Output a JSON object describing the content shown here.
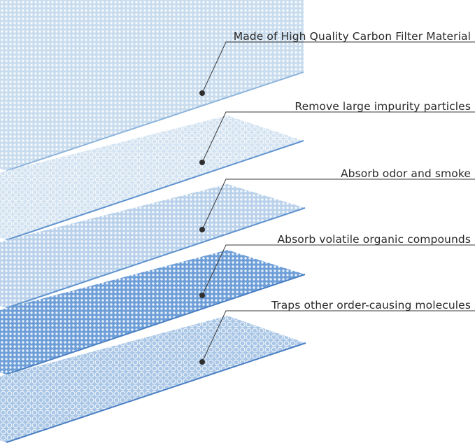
{
  "layers": [
    {
      "label": "Made of High Quality Carbon Filter Material",
      "fill": "#c9dcee",
      "dot": "#ffffff",
      "pattern": "dots-fine",
      "edge": "#8fb5dc"
    },
    {
      "label": "Remove large impurity particles",
      "fill": "#d4e3f1",
      "dot": "#ffffff",
      "pattern": "rings",
      "edge": "#5f93cf"
    },
    {
      "label": "Absorb odor and smoke",
      "fill": "#b9d1ea",
      "dot": "#ffffff",
      "pattern": "dots-fine",
      "edge": "#5f93cf"
    },
    {
      "label": "Absorb volatile organic compounds",
      "fill": "#6e9ed8",
      "dot": "#ffffff",
      "pattern": "dots-fine",
      "edge": "#4a80c4"
    },
    {
      "label": "Traps other order-causing molecules",
      "fill": "#a9c6e6",
      "dot": "#ffffff",
      "pattern": "rings",
      "edge": "#4a80c4"
    }
  ],
  "colors": {
    "leader_line": "#3a3a3a",
    "marker": "#2f2f2f",
    "text": "#2a2a2a"
  }
}
